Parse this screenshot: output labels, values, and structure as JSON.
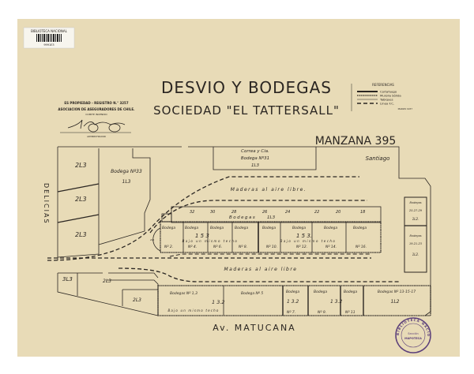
{
  "colors": {
    "paper": "#e8dbb7",
    "ink": "#2b2622",
    "stamp": "#5b3f7a"
  },
  "catalog_label": {
    "title": "BIBLIOTECA NACIONAL",
    "number": "9991E3"
  },
  "registry": {
    "line1": "ES PROPIEDAD - REGISTRO N.° 3257",
    "line2": "ASOCIACION DE ASEGURADORES DE CHILE.",
    "line3": "COMITE INCENDIO",
    "signature_caption": "ADMINISTRADOR"
  },
  "title": {
    "main": "DESVIO Y BODEGAS",
    "subtitle": "SOCIEDAD \"EL TATTERSALL\"",
    "block": "MANZANA 395",
    "city": "Santiago"
  },
  "legend": {
    "heading": "REFERENCIAS",
    "items": [
      "Cortafuego",
      "Murolla Sólida",
      "Tabiques",
      "Linea F.C."
    ],
    "date": "MARZO 1937"
  },
  "streets": {
    "left": "DELICIAS",
    "bottom": "Av. MATUCANA"
  },
  "plan": {
    "left_lots": [
      "2L3",
      "2L3",
      "2L3"
    ],
    "bodega33": {
      "name": "Bodega Nº33",
      "code": "1L3"
    },
    "correo": {
      "line1": "Correa y Cia.",
      "line2": "Bodega Nº31",
      "code": "1L3"
    },
    "maderas_top": "Maderas al aire libre.",
    "maderas_bottom": "Maderas al aire libre",
    "upper_row": {
      "numbers": [
        "32",
        "30",
        "28",
        "26",
        "24",
        "22",
        "20",
        "18"
      ],
      "label": "Bodegas",
      "code": "1L3"
    },
    "small_unit": "2L1",
    "bodegas_row": {
      "cell_label": "Bodega",
      "numbers": [
        "Nº 2.",
        "Nº 4.",
        "Nº 6.",
        "Nº 8.",
        "Nº 10.",
        "Nº 12.",
        "Nº 14.",
        "Nº 16."
      ],
      "code_left": "1 5 3",
      "code_right": "1 5 3.",
      "note_left": "Bajo un mismo techo",
      "note_right": "Bajo un mismo techo"
    },
    "right_column": [
      {
        "label": "Bodegas",
        "numbers": "25-27-29",
        "code": "1L2."
      },
      {
        "label": "Bodegas",
        "numbers": "19-21-23",
        "code": "1L2."
      }
    ],
    "bottom_left_lots": [
      "3L3",
      "2L3",
      "2L3"
    ],
    "bottom_row": {
      "b13": {
        "label": "Bodegas Nº 1,3",
        "code": "1 3.2",
        "note": "Bajo un mismo techo"
      },
      "b5": {
        "label": "Bodega Nº 5"
      },
      "b7": {
        "label": "Bodega",
        "code": "1 3.2",
        "number": "Nº 7."
      },
      "b9": {
        "label": "Bodega",
        "code": "1 3.2",
        "number": "Nº 9."
      },
      "b11": {
        "label": "Bodega",
        "number": "Nº 11"
      },
      "b1517": {
        "label": "Bodegas Nº 13-15-17",
        "code": "1L2"
      }
    }
  },
  "stamp": {
    "ring": "BIBLIOTECA NACIONAL",
    "line1": "Sección",
    "line2": "MAPOTECA"
  }
}
